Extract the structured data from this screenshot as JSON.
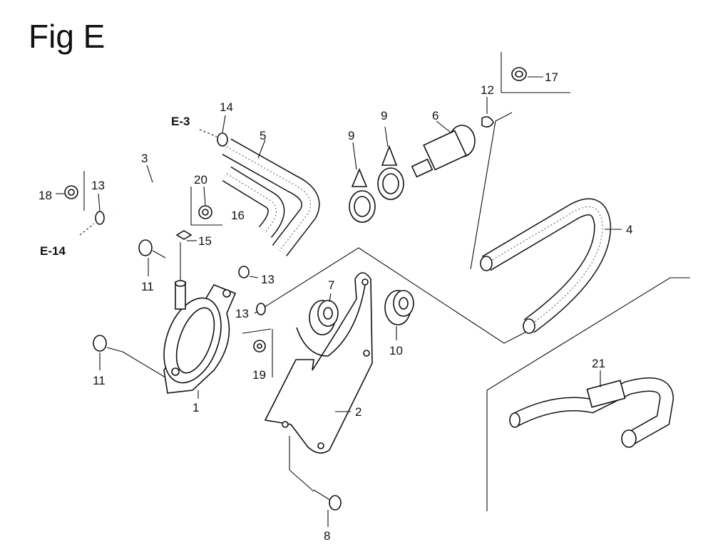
{
  "title": "Fig E",
  "references": {
    "e3": "E-3",
    "e14": "E-14"
  },
  "callouts": {
    "p1": "1",
    "p2": "2",
    "p3": "3",
    "p4": "4",
    "p5": "5",
    "p6": "6",
    "p7": "7",
    "p8": "8",
    "p9a": "9",
    "p9b": "9",
    "p10": "10",
    "p11a": "11",
    "p11b": "11",
    "p12": "12",
    "p13a": "13",
    "p13b": "13",
    "p13c": "13",
    "p14": "14",
    "p15": "15",
    "p16": "16",
    "p17": "17",
    "p18": "18",
    "p19": "19",
    "p20": "20",
    "p21": "21"
  }
}
